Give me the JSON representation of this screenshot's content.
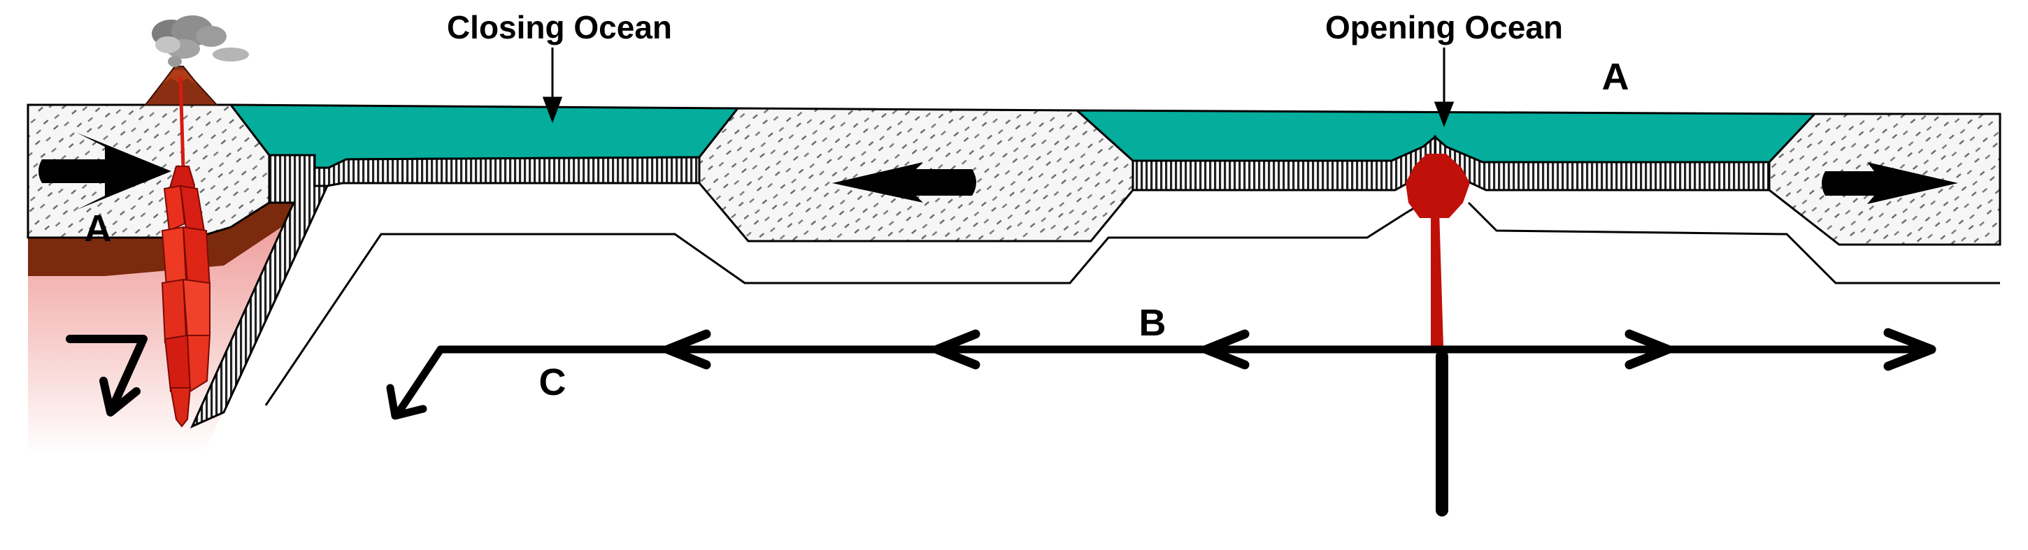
{
  "labels": {
    "closing_ocean": "Closing Ocean",
    "opening_ocean": "Opening Ocean",
    "a_top": "A",
    "a_left": "A",
    "b": "B",
    "c": "C"
  },
  "colors": {
    "ocean": "#04ad9c",
    "magma": "#c0100a",
    "magma_bright": "#ea2a1a",
    "mantle_brown": "#7b2a0d",
    "mantle_pink": "#f1a7a5",
    "crust_fill": "#f4f4f4",
    "arrow": "#000000"
  },
  "icons": [
    "volcano-icon",
    "ash-cloud-icon",
    "plate-motion-arrow-icon",
    "mantle-flow-arrow-icon",
    "subduction-arrow-icon"
  ]
}
